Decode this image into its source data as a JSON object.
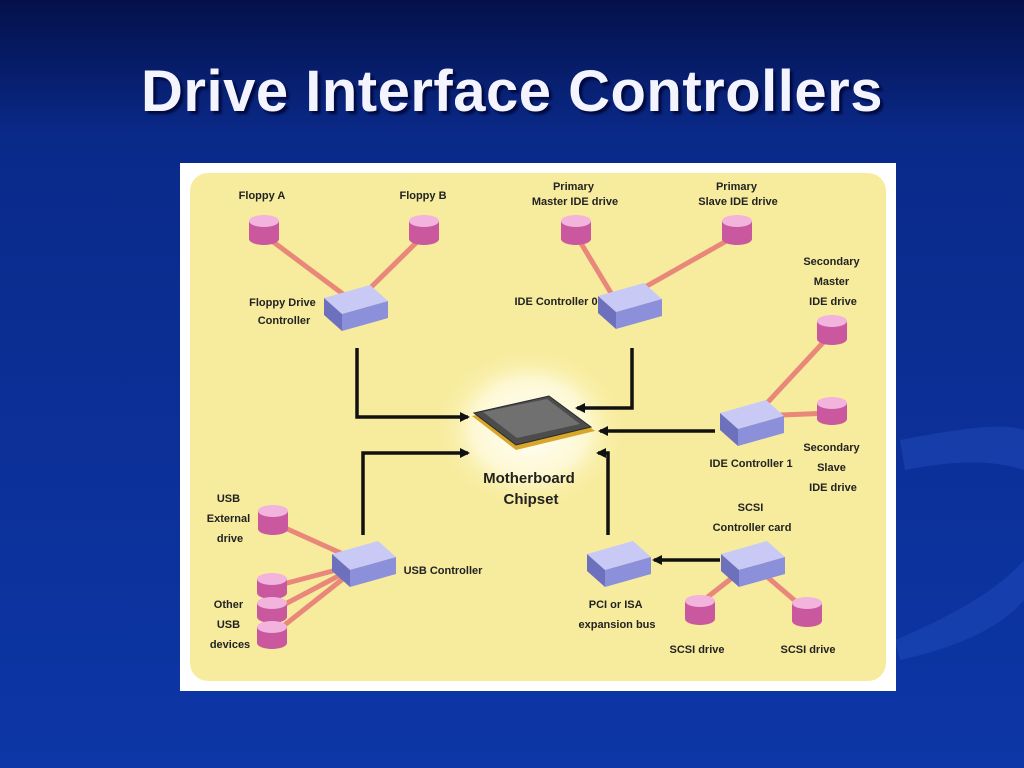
{
  "slide": {
    "title": "Drive Interface Controllers"
  },
  "colors": {
    "background": "#0d36a6",
    "panel": "#f7ec9e",
    "drive": "#e58ac7",
    "controller": "#8c8fd9",
    "link": "#e8877a"
  },
  "diagram": {
    "floppy_a": "Floppy A",
    "floppy_b": "Floppy B",
    "floppy_controller": [
      "Floppy Drive",
      "Controller"
    ],
    "primary_master": [
      "Primary",
      "Master IDE drive"
    ],
    "primary_slave": [
      "Primary",
      "Slave IDE drive"
    ],
    "ide_controller_0": "IDE Controller 0",
    "secondary_master": [
      "Secondary",
      "Master",
      "IDE drive"
    ],
    "secondary_slave": [
      "Secondary",
      "Slave",
      "IDE drive"
    ],
    "ide_controller_1": "IDE Controller 1",
    "chipset": [
      "Motherboard",
      "Chipset"
    ],
    "usb_external": [
      "USB",
      "External",
      "drive"
    ],
    "usb_controller": "USB Controller",
    "other_usb": [
      "Other",
      "USB",
      "devices"
    ],
    "scsi_controller": [
      "SCSI",
      "Controller card"
    ],
    "expansion_bus": [
      "PCI or ISA",
      "expansion bus"
    ],
    "scsi_drive_1": "SCSI drive",
    "scsi_drive_2": "SCSI drive"
  }
}
